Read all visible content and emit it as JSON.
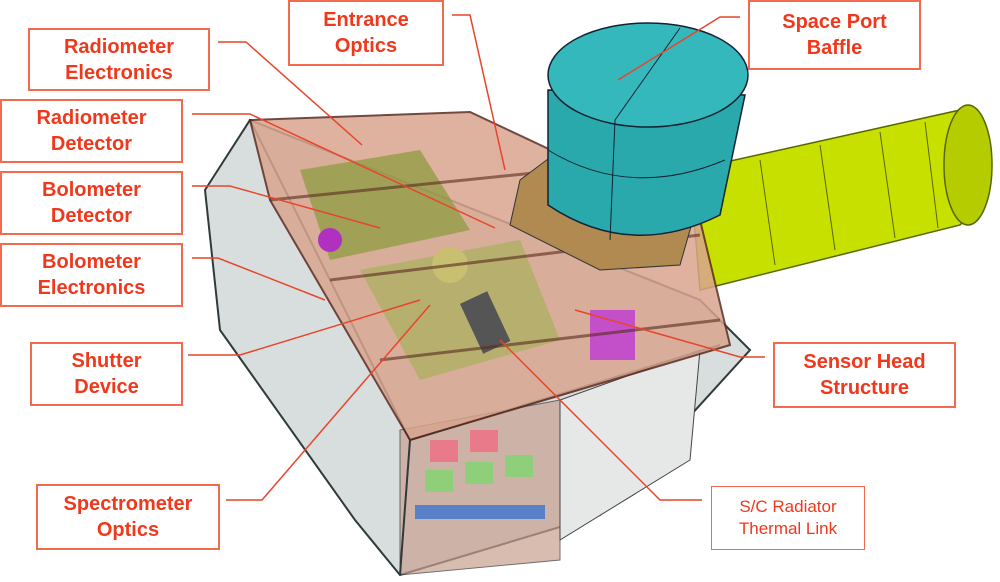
{
  "colors": {
    "label_text": "#f0381c",
    "label_border": "#f26b4f",
    "leader": "#e8452a",
    "baffle": "#2aa9ad",
    "tube": "#c8e000",
    "housing": "#d9a58f",
    "frame": "#b9cfd0"
  },
  "labels": {
    "radiometer_electronics": [
      "Radiometer",
      "Electronics"
    ],
    "entrance_optics": [
      "Entrance",
      "Optics"
    ],
    "space_port_baffle": [
      "Space Port",
      "Baffle"
    ],
    "radiometer_detector": [
      "Radiometer",
      "Detector"
    ],
    "bolometer_detector": [
      "Bolometer",
      "Detector"
    ],
    "bolometer_electronics": [
      "Bolometer",
      "Electronics"
    ],
    "shutter_device": [
      "Shutter",
      "Device"
    ],
    "spectrometer_optics": [
      "Spectrometer",
      "Optics"
    ],
    "sensor_head_structure": [
      "Sensor Head",
      "Structure"
    ],
    "sc_radiator_thermal_link": [
      "S/C Radiator",
      "Thermal Link"
    ]
  }
}
